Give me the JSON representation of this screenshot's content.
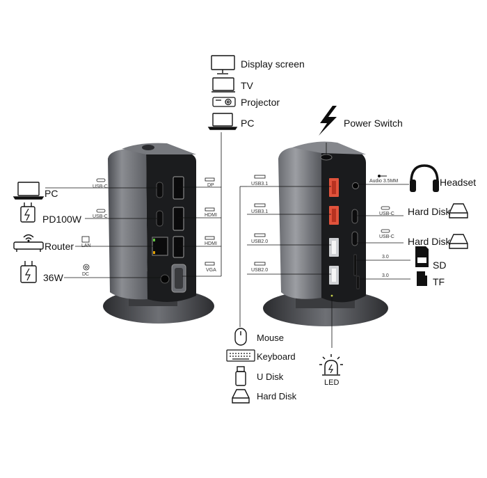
{
  "left_device": {
    "devices": {
      "pc": "PC",
      "pd100w": "PD100W",
      "router": "Router",
      "w36": "36W"
    },
    "left_ports": {
      "usbc1": "USB-C",
      "usbc2": "USB-C",
      "lan": "LAN",
      "dc": "DC"
    },
    "right_ports": {
      "dp": "DP",
      "hdmi1": "HDMI",
      "hdmi2": "HDMI",
      "vga": "VGA"
    },
    "displays": {
      "display_screen": "Display screen",
      "tv": "TV",
      "projector": "Projector",
      "pc": "PC"
    }
  },
  "right_device": {
    "power_switch": "Power Switch",
    "left_ports": {
      "usb31_a": "USB3.1",
      "usb31_b": "USB3.1",
      "usb20_a": "USB2.0",
      "usb20_b": "USB2.0"
    },
    "right_ports": {
      "audio": "Audio 3.5MM",
      "usbc1": "USB-C",
      "usbc2": "USB-C",
      "sd_rate": "3.0",
      "tf_rate": "3.0"
    },
    "devices": {
      "headset": "Headset",
      "hard_disk_1": "Hard Disk",
      "hard_disk_2": "Hard Disk",
      "sd": "SD",
      "tf": "TF"
    },
    "peripherals": {
      "mouse": "Mouse",
      "keyboard": "Keyboard",
      "u_disk": "U Disk",
      "hard_disk": "Hard Disk"
    },
    "led": "LED"
  }
}
